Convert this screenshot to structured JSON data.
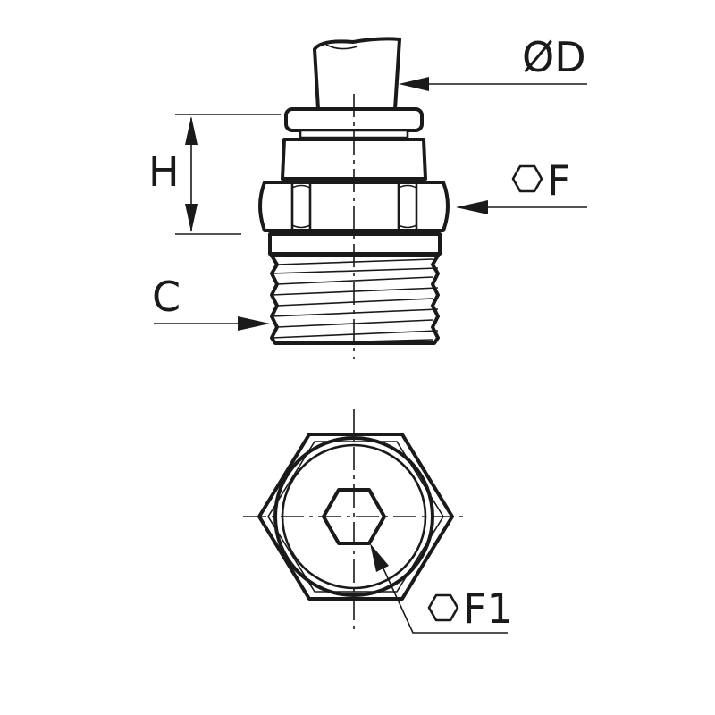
{
  "labels": {
    "tube_diameter": "ØD",
    "height": "H",
    "hex_size": "F",
    "thread": "C",
    "inner_hex_size": "F1"
  }
}
